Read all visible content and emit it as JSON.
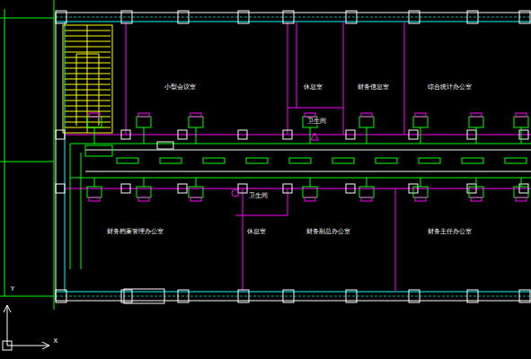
{
  "diagram": {
    "labels": [
      "小型会议室",
      "休息室",
      "财务信息室",
      "综合统计办公室",
      "卫生间",
      "卫生间",
      "财务档案管理办公室",
      "休息室",
      "财务副总办公室",
      "财务主任办公室",
      "Y",
      "X"
    ]
  }
}
